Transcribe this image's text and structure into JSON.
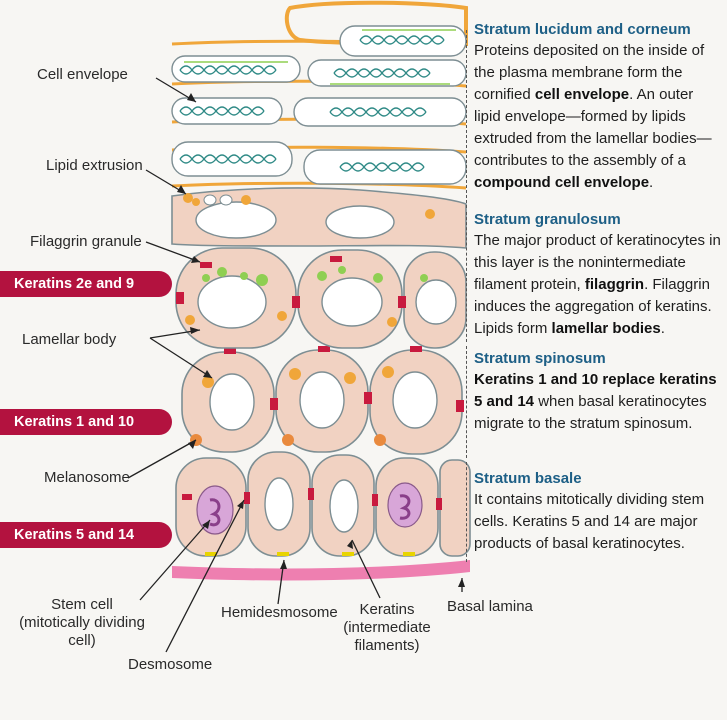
{
  "labels": {
    "cell_envelope": "Cell envelope",
    "lipid_extrusion": "Lipid extrusion",
    "filaggrin_granule": "Filaggrin granule",
    "lamellar_body": "Lamellar body",
    "melanosome": "Melanosome",
    "stem_cell": [
      "Stem cell",
      "(mitotically dividing",
      "cell)"
    ],
    "desmosome": "Desmosome",
    "hemidesmosome": "Hemidesmosome",
    "keratins_filaments": [
      "Keratins",
      "(intermediate",
      "filaments)"
    ],
    "basal_lamina": "Basal lamina"
  },
  "badges": {
    "keratins_2e_9": "Keratins 2e and 9",
    "keratins_1_10": "Keratins 1 and 10",
    "keratins_5_14": "Keratins 5 and 14"
  },
  "sections": {
    "corneum": {
      "title": "Stratum lucidum and corneum",
      "t1": "Proteins deposited on the inside of the plasma membrane form the cornified ",
      "b1": "cell envelope",
      "t2": ". An outer lipid envelope—formed by lipids extruded from the lamellar bodies—contributes to the assembly of a ",
      "b2": "compound cell envelope",
      "t3": "."
    },
    "granulosum": {
      "title": "Stratum granulosum",
      "t1": "The major product of keratinocytes in this layer is the nonintermediate filament protein, ",
      "b1": "filaggrin",
      "t2": ". Filaggrin induces the aggregation of keratins. Lipids form ",
      "b2": "lamellar bodies",
      "t3": "."
    },
    "spinosum": {
      "title": "Stratum spinosum",
      "b1": "Keratins 1 and 10 replace keratins 5 and 14",
      "t1": " when basal keratinocytes migrate to the stratum spinosum."
    },
    "basale": {
      "title": "Stratum basale",
      "t1": "It contains mitotically dividing stem cells. Keratins 5 and 14 are major products of basal keratinocytes."
    }
  },
  "colors": {
    "badge": "#b3123f",
    "heading": "#1d5f86",
    "cell_fill": "#f1d2c2",
    "cell_border": "#7d8e93",
    "corneum_orange": "#f0a63a",
    "keratin_teal": "#2f8a86",
    "desmosome": "#c81a3e",
    "basal_lamina": "#ee7fb0",
    "filaggrin_green": "#8fcf52",
    "melanosome": "#e98a3e",
    "nucleus": "#c77fcf"
  }
}
